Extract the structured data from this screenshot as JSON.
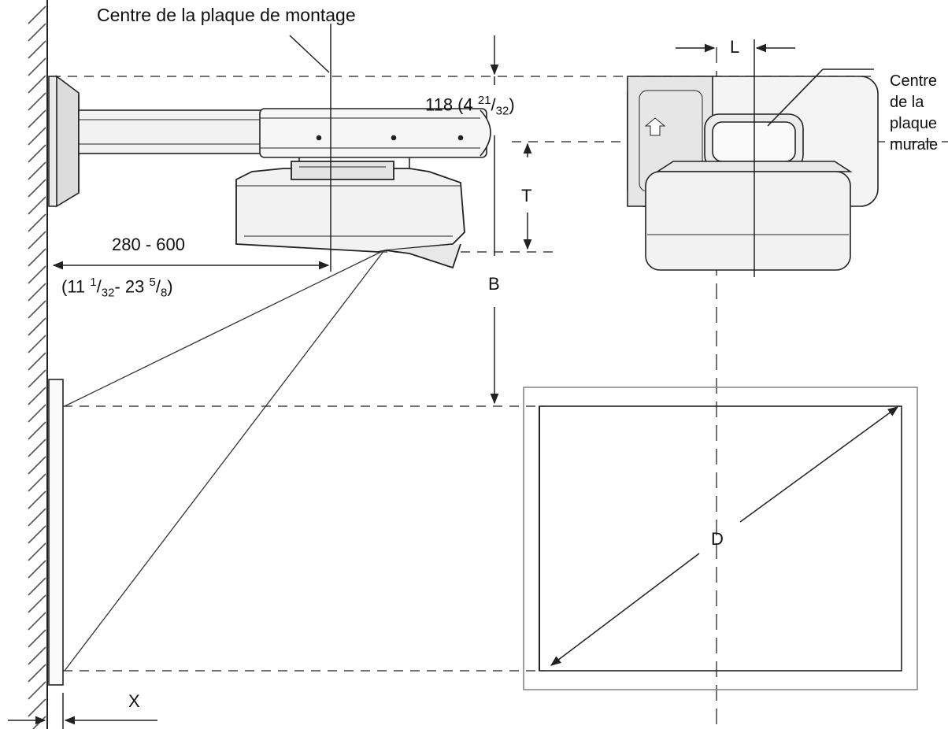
{
  "labels": {
    "mount_plate_center": "Centre de la plaque de montage",
    "offset_main": "118 (4 ",
    "offset_frac_num": "21",
    "offset_frac_sep": "/",
    "offset_frac_den": "32",
    "offset_close": ")",
    "letter_t": "T",
    "letter_b": "B",
    "letter_l": "L",
    "letter_d": "D",
    "letter_x": "X",
    "arm_range_mm": "280 - 600",
    "arm_open": "(11 ",
    "arm_f1_num": "1",
    "arm_f1_sep": "/",
    "arm_f1_den": "32",
    "arm_mid": "- 23 ",
    "arm_f2_num": "5",
    "arm_f2_sep": "/",
    "arm_f2_den": "8",
    "arm_close": ")",
    "wall_plate_center": [
      "Centre",
      "de la",
      "plaque",
      "murale"
    ]
  },
  "colors": {
    "line": "#222222",
    "hatch": "#555555",
    "dashed": "#444444",
    "projector_fill": "#f2f2f2",
    "screen_frame": "#888888"
  }
}
